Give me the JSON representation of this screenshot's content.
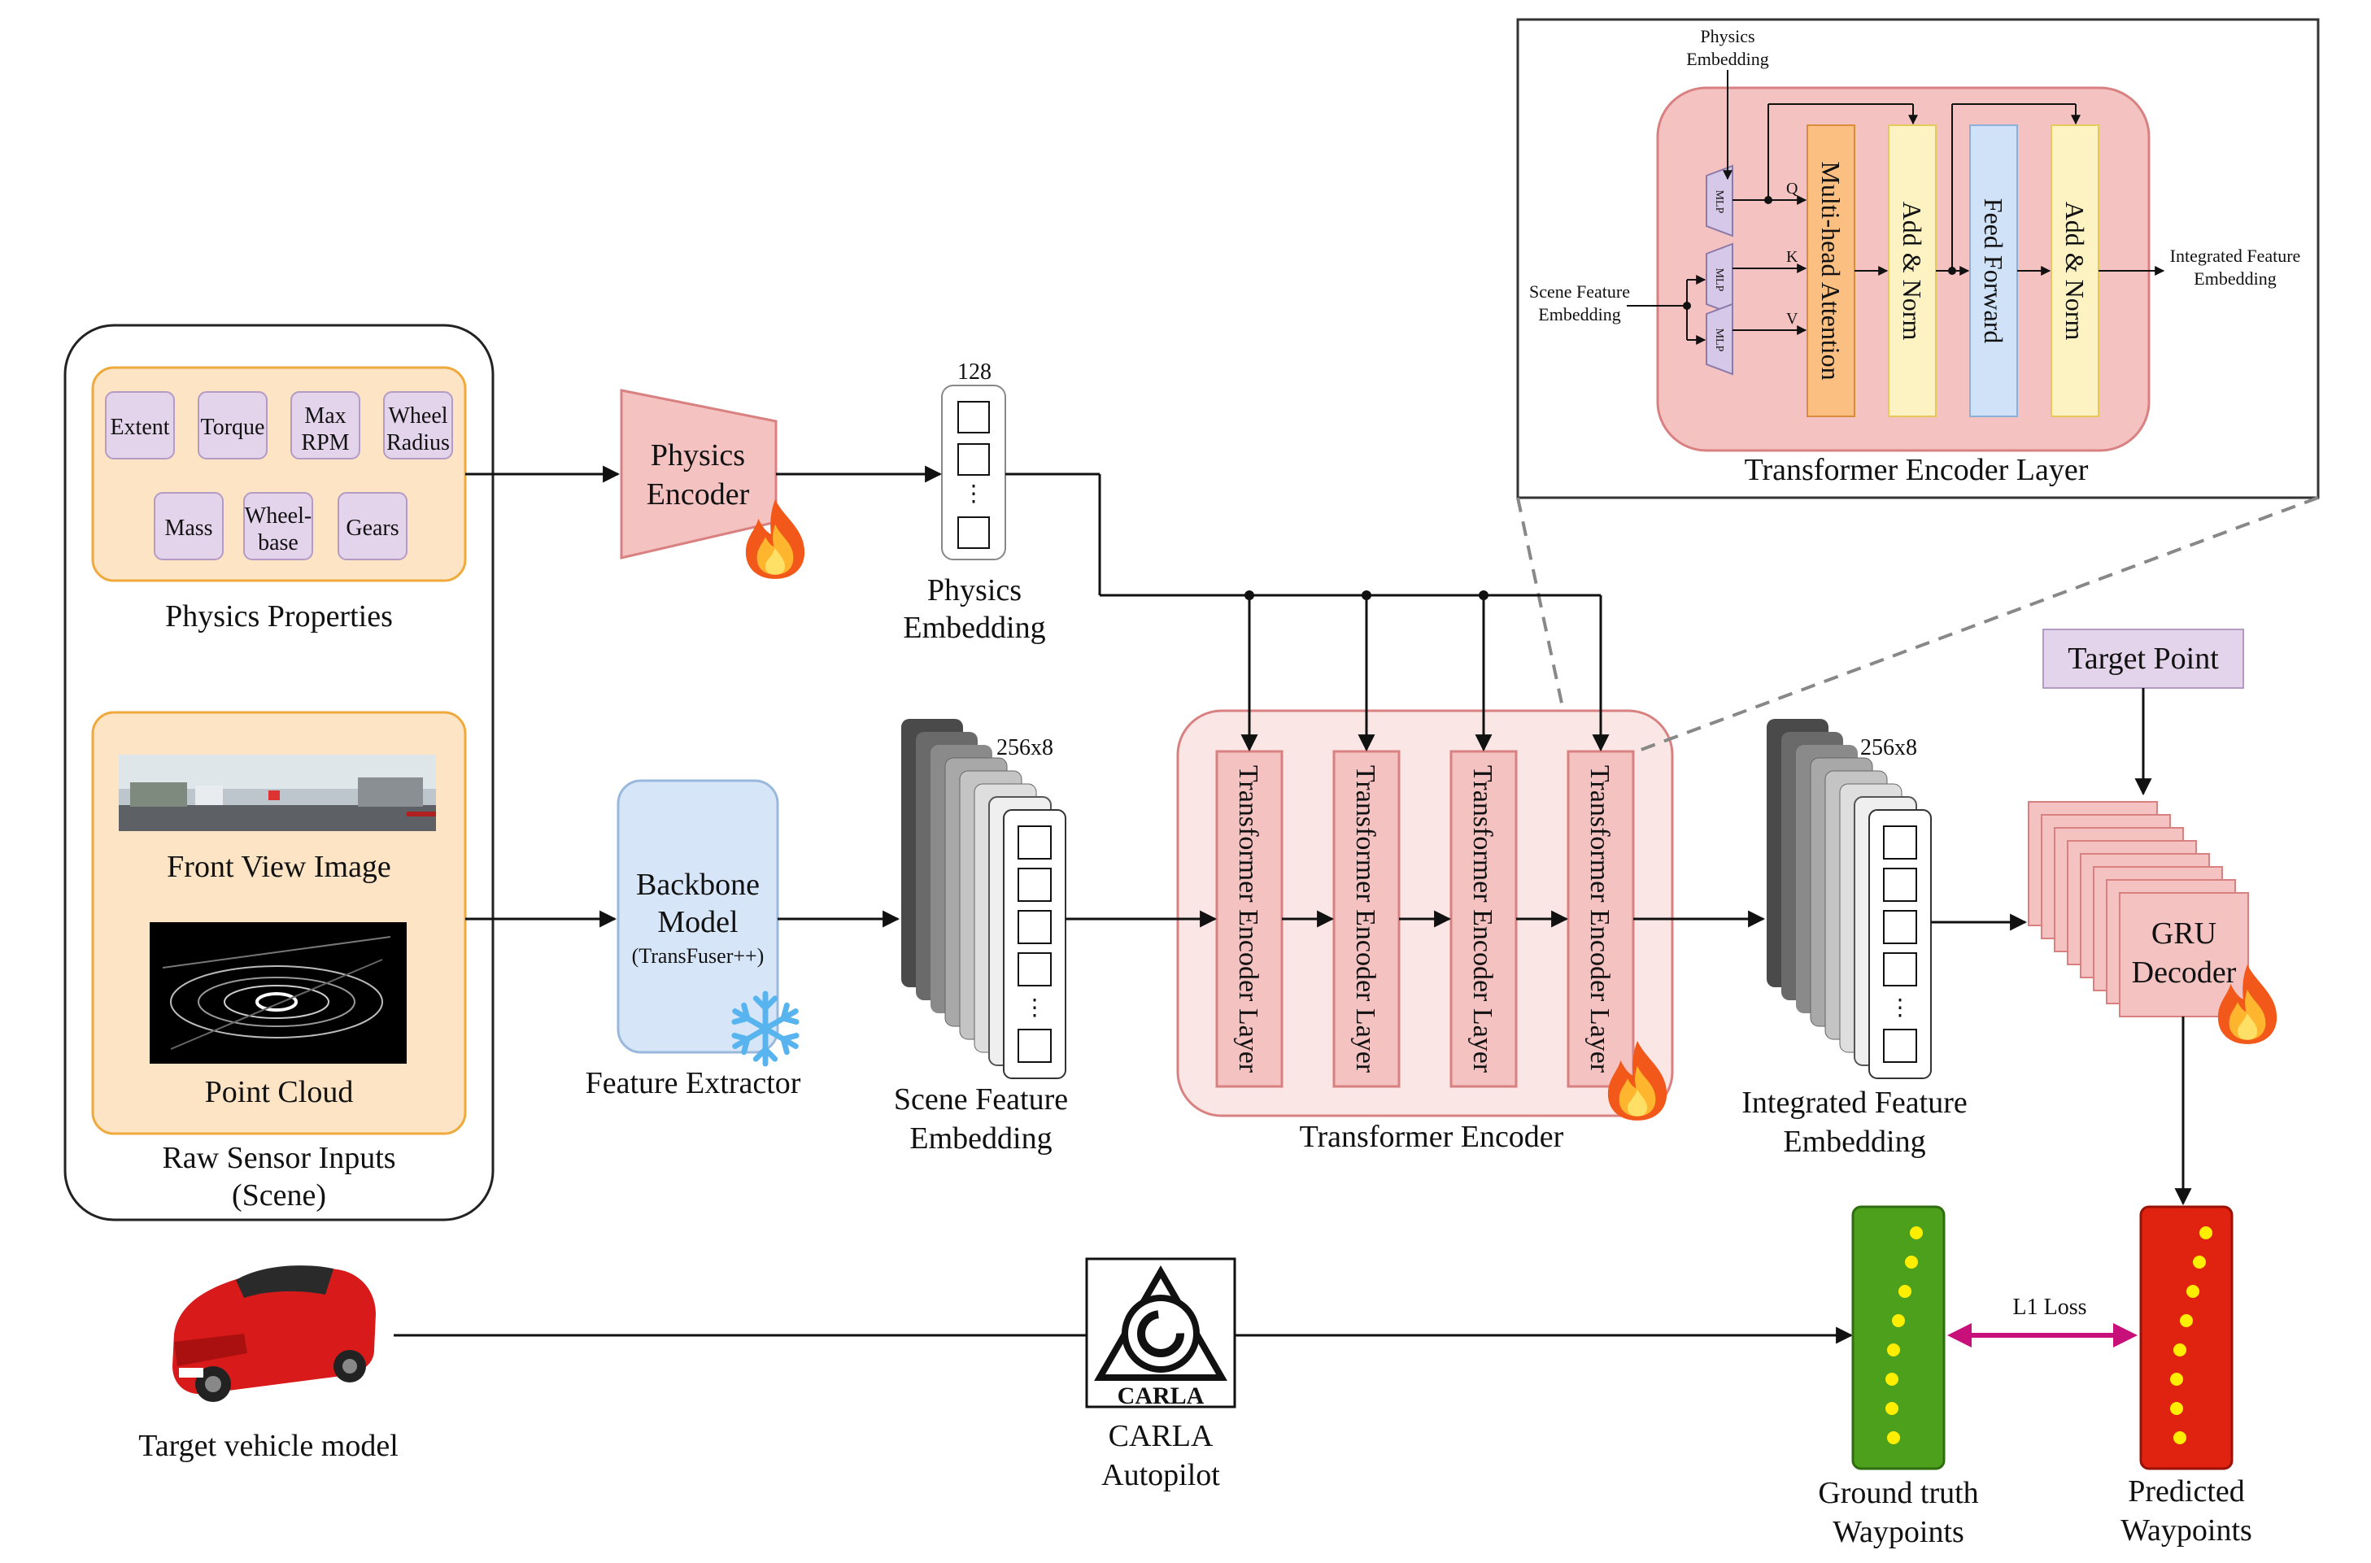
{
  "physics_properties": {
    "chips": [
      "Extent",
      "Torque",
      "Max RPM",
      "Wheel Radius",
      "Mass",
      "Wheel-base",
      "Gears"
    ],
    "title": "Physics Properties"
  },
  "raw_inputs": {
    "front_view_label": "Front View Image",
    "point_cloud_label": "Point Cloud",
    "title_line1": "Raw Sensor Inputs",
    "title_line2": "(Scene)"
  },
  "physics_encoder": {
    "line1": "Physics",
    "line2": "Encoder"
  },
  "physics_embedding": {
    "dim": "128",
    "line1": "Physics",
    "line2": "Embedding"
  },
  "backbone": {
    "line1": "Backbone",
    "line2": "Model",
    "line3": "(TransFuser++)",
    "caption": "Feature Extractor"
  },
  "scene_embedding": {
    "dim": "256x8",
    "line1": "Scene Feature",
    "line2": "Embedding"
  },
  "transformer_encoder": {
    "layer_label": "Transformer Encoder Layer",
    "layers_count": 4,
    "caption": "Transformer Encoder"
  },
  "integrated_embedding": {
    "dim": "256x8",
    "line1": "Integrated Feature",
    "line2": "Embedding"
  },
  "target_point": "Target Point",
  "gru_decoder": {
    "line1": "GRU",
    "line2": "Decoder"
  },
  "inset": {
    "title": "Transformer Encoder Layer",
    "physics_in_line1": "Physics",
    "physics_in_line2": "Embedding",
    "scene_in_line1": "Scene Feature",
    "scene_in_line2": "Embedding",
    "out_line1": "Integrated Feature",
    "out_line2": "Embedding",
    "mlp": "MLP",
    "q": "Q",
    "k": "K",
    "v": "V",
    "mha": "Multi-head Attention",
    "add_norm": "Add & Norm",
    "ff": "Feed Forward"
  },
  "bottom": {
    "vehicle_caption": "Target vehicle model",
    "carla_logo_text": "CARLA",
    "carla_line1": "CARLA",
    "carla_line2": "Autopilot",
    "gt_line1": "Ground truth",
    "gt_line2": "Waypoints",
    "pred_line1": "Predicted",
    "pred_line2": "Waypoints",
    "loss": "L1 Loss"
  },
  "colors": {
    "chip_fill": "#e3d4ec",
    "panel_fill": "#fde4c4",
    "panel_stroke": "#f0a93c",
    "pink": "#f5c2c2",
    "pink_stroke": "#d98080",
    "blue": "#d6e6f8",
    "orange": "#fbbf82",
    "yellow": "#fdf2c2",
    "ff_blue": "#cfe2f8",
    "green": "#4ca01c",
    "red": "#e02210",
    "dot": "#ffee00",
    "loss": "#c8107a"
  }
}
